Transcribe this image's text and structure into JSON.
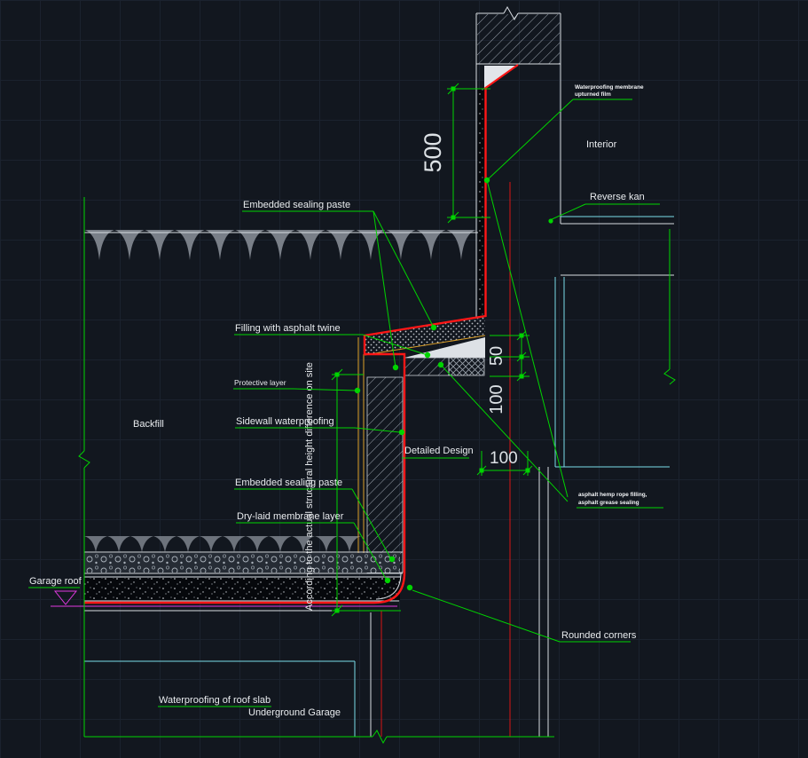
{
  "app": {
    "view_name": "waterproofing-detail-drawing"
  },
  "labels": {
    "esp_top": "Embedded sealing paste",
    "filling_twine": "Filling with asphalt twine",
    "protective_layer": "Protective layer",
    "sidewall_wp": "Sidewall waterproofing",
    "esp_bottom": "Embedded sealing paste",
    "dry_laid": "Dry-laid membrane layer",
    "garage_roof": "Garage roof",
    "backfill": "Backfill",
    "wp_roof_slab": "Waterproofing of roof slab",
    "underground_garage": "Underground Garage",
    "interior": "Interior",
    "reverse_kan": "Reverse kan",
    "rounded_corners": "Rounded corners",
    "detailed_design": "Detailed Design",
    "membrane_film_l1": "Waterproofing membrane",
    "membrane_film_l2": "upturned film",
    "asphalt_l1": "asphalt hemp rope filling,",
    "asphalt_l2": "asphalt grease sealing",
    "site_note": "According to the actual structural height difference on site"
  },
  "dimensions": {
    "wall_height": "500",
    "cant_height": "50",
    "ledge_height": "100",
    "ledge_width": "100"
  },
  "colors": {
    "background": "#12171f",
    "annotation_green": "#00d400",
    "membrane_red": "#ff1717",
    "axis_red": "#d81616",
    "finish_cyan": "#79dce9",
    "level_magenta": "#e23ae2",
    "protective_orange": "#dda029",
    "structure_white": "#d8dce2",
    "text_white": "#e9ecef",
    "ground_gray": "#858b94"
  }
}
